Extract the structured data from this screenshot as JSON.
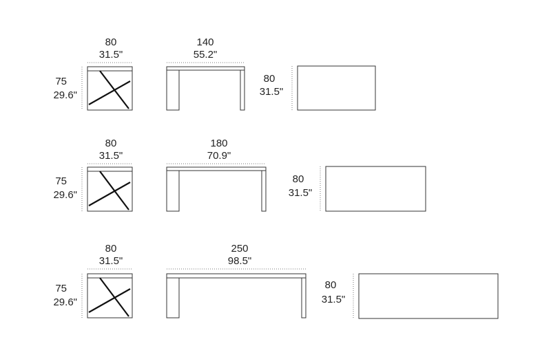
{
  "variants": [
    {
      "side_view": {
        "width_cm": "80",
        "width_in": "31.5\""
      },
      "height": {
        "cm": "75",
        "in": "29.6\""
      },
      "front_view": {
        "length_cm": "140",
        "length_in": "55.2\""
      },
      "top_view": {
        "depth_cm": "80",
        "depth_in": "31.5\""
      }
    },
    {
      "side_view": {
        "width_cm": "80",
        "width_in": "31.5\""
      },
      "height": {
        "cm": "75",
        "in": "29.6\""
      },
      "front_view": {
        "length_cm": "180",
        "length_in": "70.9\""
      },
      "top_view": {
        "depth_cm": "80",
        "depth_in": "31.5\""
      }
    },
    {
      "side_view": {
        "width_cm": "80",
        "width_in": "31.5\""
      },
      "height": {
        "cm": "75",
        "in": "29.6\""
      },
      "front_view": {
        "length_cm": "250",
        "length_in": "98.5\""
      },
      "top_view": {
        "depth_cm": "80",
        "depth_in": "31.5\""
      }
    }
  ]
}
